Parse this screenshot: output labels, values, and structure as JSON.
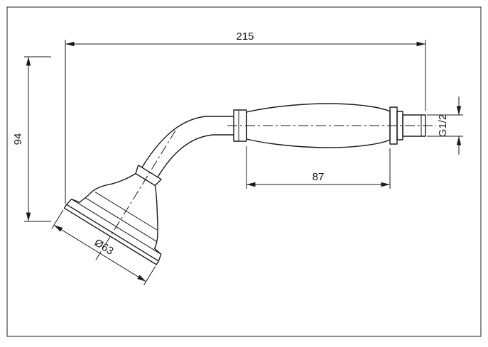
{
  "page": {
    "background": "#ffffff"
  },
  "drawing": {
    "type": "technical-dimension-drawing",
    "subject": "hand-shower",
    "line_color": "#1a1a1a",
    "dimensions": {
      "overall_length": "215",
      "height": "94",
      "handle_length": "87",
      "head_diameter": "Ø63",
      "thread_size": "G1/2"
    }
  }
}
